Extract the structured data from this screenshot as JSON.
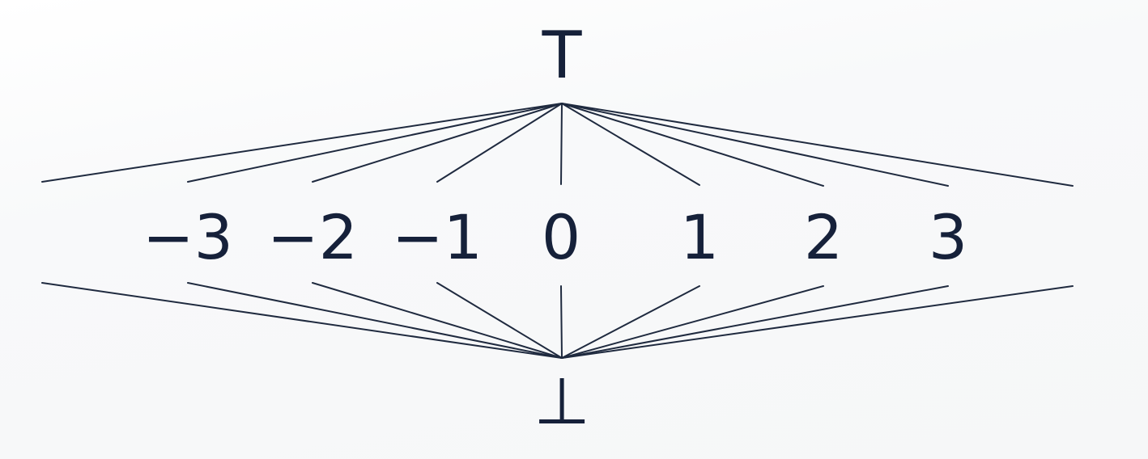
{
  "top": {
    "label": "T"
  },
  "bottom": {
    "label": "⊥"
  },
  "values": [
    "−3",
    "−2",
    "−1",
    "0",
    "1",
    "2",
    "3"
  ],
  "edges": {
    "from_top": [
      "left-ellipsis",
      "−3",
      "−2",
      "−1",
      "0",
      "1",
      "2",
      "3",
      "right-ellipsis"
    ],
    "to_bottom": [
      "left-ellipsis",
      "−3",
      "−2",
      "−1",
      "0",
      "1",
      "2",
      "3",
      "right-ellipsis"
    ]
  },
  "colors": {
    "ink": "#16213a",
    "line": "#1f2a3f"
  }
}
